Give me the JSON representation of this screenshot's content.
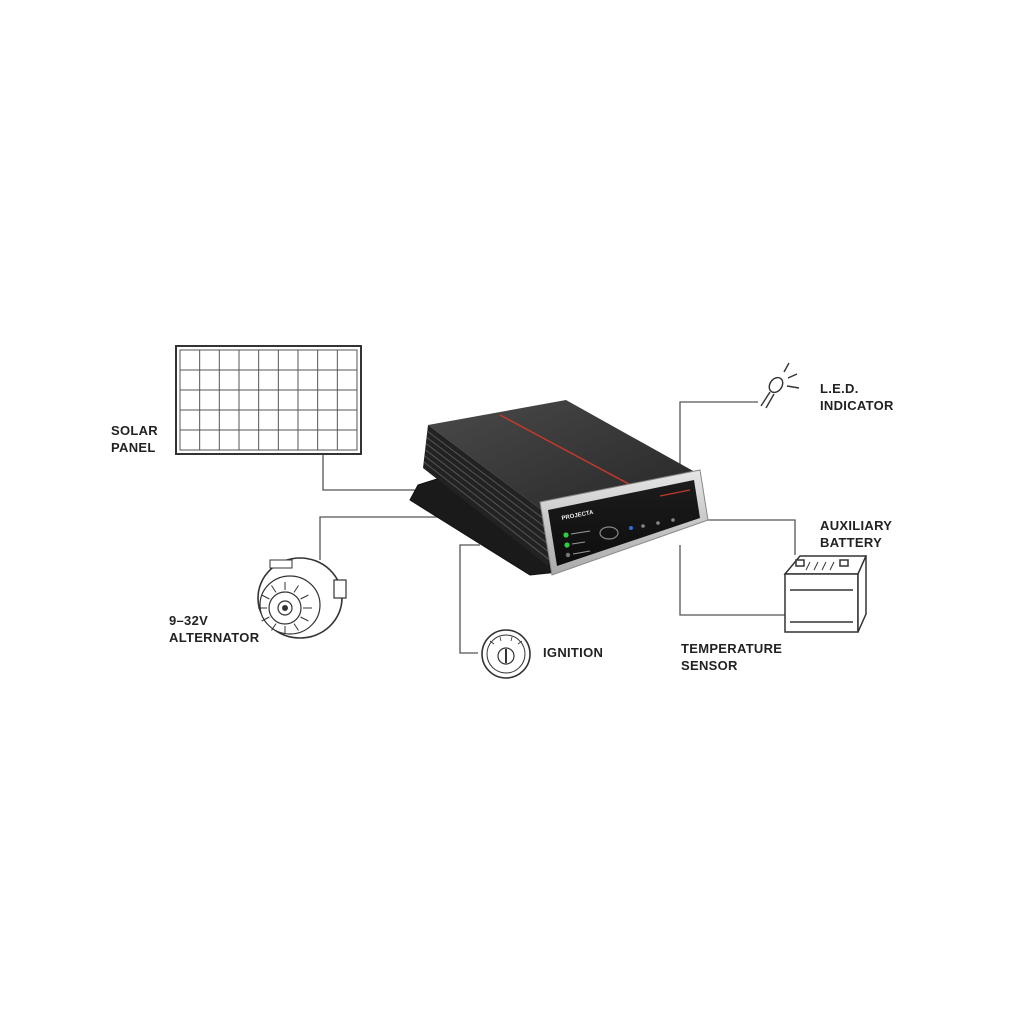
{
  "labels": {
    "solar_panel": [
      "SOLAR",
      "PANEL"
    ],
    "alternator": [
      "9–32V",
      "ALTERNATOR"
    ],
    "ignition": [
      "IGNITION"
    ],
    "led_indicator": [
      "L.E.D.",
      "INDICATOR"
    ],
    "auxiliary_battery": [
      "AUXILIARY",
      "BATTERY"
    ],
    "temperature_sensor": [
      "TEMPERATURE",
      "SENSOR"
    ]
  },
  "device": {
    "brand": "PROJECTA"
  },
  "colors": {
    "line": "#555555",
    "device_body": "#2e2e2e",
    "device_trim": "#c9c9c9",
    "accent_red": "#c0392b",
    "led_green": "#2ecc40",
    "led_blue": "#2f6fd6"
  }
}
